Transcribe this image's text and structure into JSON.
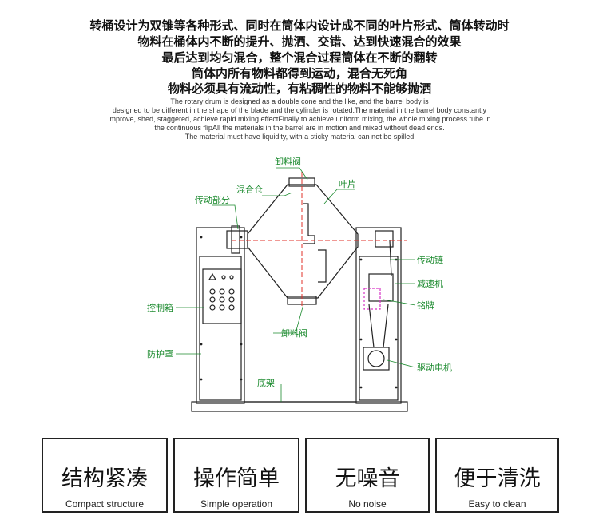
{
  "intro": {
    "zh": [
      "转桶设计为双锥等各种形式、同时在筒体内设计成不同的叶片形式、筒体转动时",
      "物料在桶体内不断的提升、抛洒、交错、达到快速混合的效果",
      "最后达到均匀混合，整个混合过程筒体在不断的翻转",
      "筒体内所有物料都得到运动，混合无死角",
      "物料必须具有流动性，有粘稠性的物料不能够抛洒"
    ],
    "en": [
      "The rotary drum is designed as a double cone and the like, and the barrel body is",
      "designed to be different in the shape of the blade and the cylinder is rotated.The material in the barrel body constantly",
      "improve, shed, staggered, achieve rapid mixing effectFinally to achieve uniform mixing, the whole mixing process tube in",
      "the continuous flipAll the materials in the barrel are in motion and mixed without dead ends.",
      "The material must have liquidity, with a sticky material can not be spilled"
    ]
  },
  "diagram": {
    "labels": {
      "discharge_valve_top": "卸料阀",
      "mixing_bin": "混合仓",
      "blade": "叶片",
      "transmission": "传动部分",
      "drive_chain": "传动链",
      "reducer": "减速机",
      "nameplate": "铭牌",
      "control_box": "控制箱",
      "discharge_valve_bottom": "卸料阀",
      "guard": "防护罩",
      "drive_motor": "驱动电机",
      "base": "底架"
    },
    "colors": {
      "label": "#1b8a2e",
      "line": "#222222",
      "axis": "#e0302a",
      "magenta": "#d633c4"
    }
  },
  "features": [
    {
      "zh": "结构紧凑",
      "en": "Compact structure"
    },
    {
      "zh": "操作简单",
      "en": "Simple operation"
    },
    {
      "zh": "无噪音",
      "en": "No noise"
    },
    {
      "zh": "便于清洗",
      "en": "Easy to clean"
    }
  ]
}
